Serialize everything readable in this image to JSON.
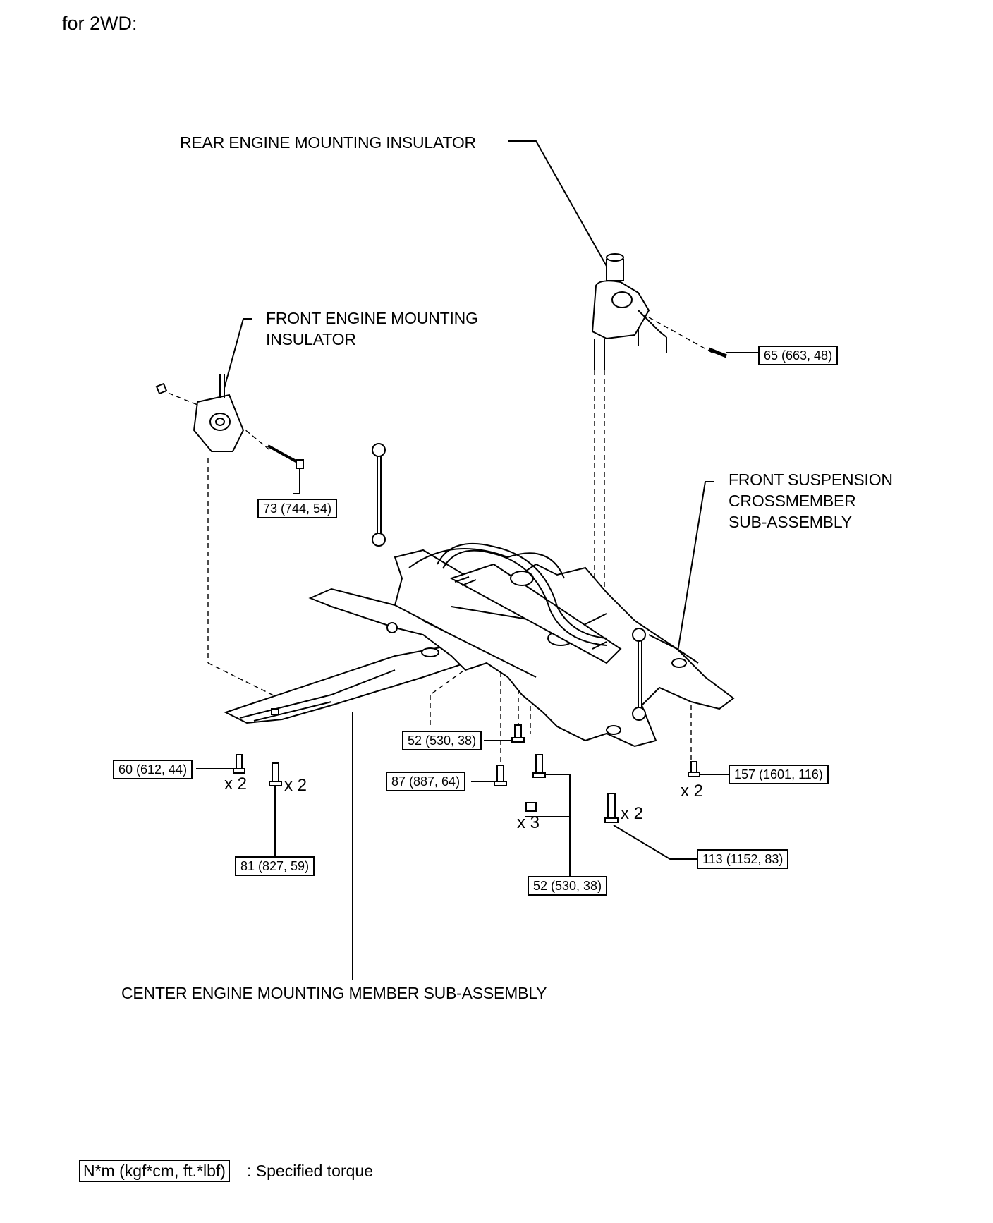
{
  "header": {
    "title": "for 2WD:"
  },
  "labels": {
    "rear_insulator": "REAR ENGINE MOUNTING INSULATOR",
    "front_insulator_line1": "FRONT ENGINE MOUNTING",
    "front_insulator_line2": "INSULATOR",
    "crossmember_line1": "FRONT SUSPENSION",
    "crossmember_line2": "CROSSMEMBER",
    "crossmember_line3": "SUB-ASSEMBLY",
    "center_member": "CENTER ENGINE MOUNTING MEMBER SUB-ASSEMBLY"
  },
  "torques": {
    "t65": "65 (663, 48)",
    "t73": "73 (744, 54)",
    "t60": "60 (612, 44)",
    "t81": "81 (827, 59)",
    "t52a": "52 (530, 38)",
    "t87": "87 (887, 64)",
    "t52b": "52 (530, 38)",
    "t157": "157 (1601, 116)",
    "t113": "113 (1152, 83)"
  },
  "multipliers": {
    "m60": "x 2",
    "m81": "x 2",
    "m3": "x 3",
    "m113": "x 2",
    "m157": "x 2"
  },
  "legend": {
    "unit_box": "N*m (kgf*cm, ft.*lbf)",
    "description": ": Specified torque"
  }
}
